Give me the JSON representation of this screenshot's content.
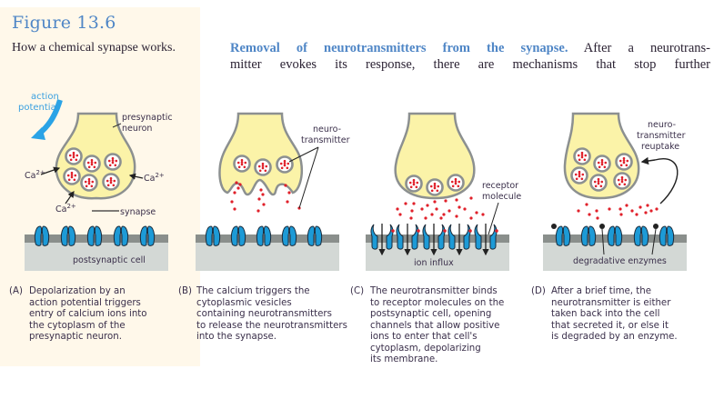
{
  "figure": {
    "title": "Figure 13.6",
    "subtitle": "How a chemical synapse works."
  },
  "body_text": {
    "lead": "Removal of neurotransmitters from the synapse.",
    "line1_rest": " After a neurotrans-",
    "line2": "mitter evokes its response, there are mechanisms that stop further"
  },
  "panels": [
    {
      "id": "A",
      "labels": {
        "action_potential_1": "action",
        "action_potential_2": "potential",
        "presynaptic_1": "presynaptic",
        "presynaptic_2": "neuron",
        "ca_left": "Ca",
        "ca_right": "Ca",
        "ca_bottom": "Ca",
        "ca_superscript": "2+",
        "synapse": "synapse",
        "postsynaptic": "postsynaptic cell"
      },
      "caption_tag": "(A)",
      "caption_lines": [
        "Depolarization by an",
        "action potential triggers",
        "entry of calcium ions into",
        "the cytoplasm of the",
        "presynaptic neuron."
      ]
    },
    {
      "id": "B",
      "labels": {
        "neurotransmitter_1": "neuro-",
        "neurotransmitter_2": "transmitter"
      },
      "caption_tag": "(B)",
      "caption_lines": [
        "The calcium triggers the",
        "cytoplasmic vesicles",
        "containing neurotransmitters",
        "to release the neurotransmitters",
        "into the synapse."
      ]
    },
    {
      "id": "C",
      "labels": {
        "receptor_1": "receptor",
        "receptor_2": "molecule",
        "ion_influx": "ion influx"
      },
      "caption_tag": "(C)",
      "caption_lines": [
        "The neurotransmitter binds",
        "to receptor molecules on the",
        "postsynaptic cell, opening",
        "channels that allow positive",
        "ions to enter that cell's",
        "cytoplasm, depolarizing",
        "its membrane."
      ]
    },
    {
      "id": "D",
      "labels": {
        "reuptake_1": "neuro-",
        "reuptake_2": "transmitter",
        "reuptake_3": "reuptake",
        "enzymes": "degradative enzymes"
      },
      "caption_tag": "(D)",
      "caption_lines": [
        "After a brief time, the",
        "neurotransmitter is either",
        "taken back into the cell",
        "that secreted it, or else it",
        "is degraded by an enzyme."
      ]
    }
  ],
  "colors": {
    "title_blue": "#4f86c6",
    "side_box": "#fff8ea",
    "neuron_fill": "#fbf3a8",
    "neuron_outline": "#8c9090",
    "vesicle_ring": "#8c9090",
    "neurotransmitter": "#e0202a",
    "receptor": "#1d9ad6",
    "membrane": "#8a8f8c",
    "cell": "#d3d8d5",
    "action_arrow": "#2aa3e6"
  }
}
